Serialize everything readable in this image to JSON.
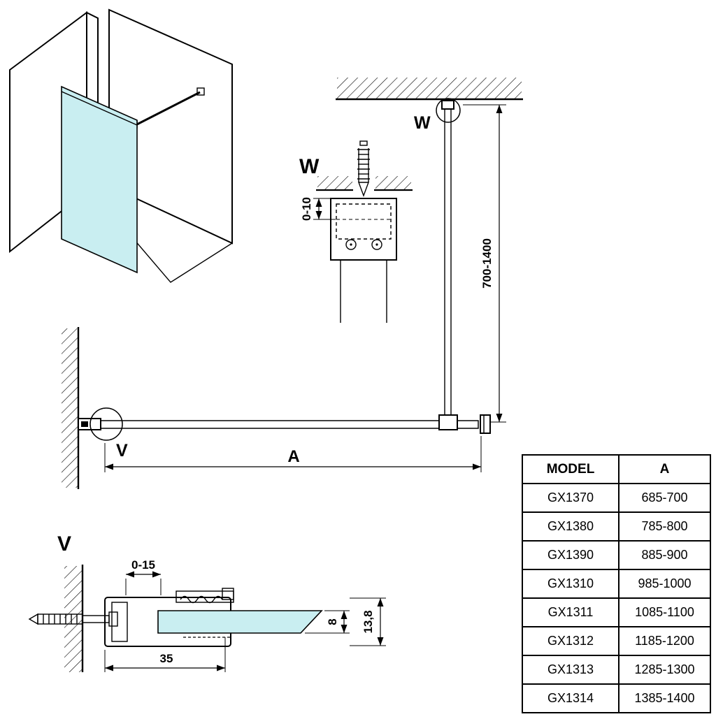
{
  "labels": {
    "detail_w_title": "W",
    "marker_w": "W",
    "detail_v_title": "V",
    "marker_v": "V",
    "dim_bar_height": "700-1400",
    "dim_width": "A",
    "dim_screw_offset": "0-10",
    "dim_clamp_range": "0-15",
    "dim_profile_depth": "35",
    "dim_glass_thickness": "8",
    "dim_profile_height": "13,8"
  },
  "table": {
    "headers": [
      "MODEL",
      "A"
    ],
    "rows": [
      [
        "GX1370",
        "685-700"
      ],
      [
        "GX1380",
        "785-800"
      ],
      [
        "GX1390",
        "885-900"
      ],
      [
        "GX1310",
        "985-1000"
      ],
      [
        "GX1311",
        "1085-1100"
      ],
      [
        "GX1312",
        "1185-1200"
      ],
      [
        "GX1313",
        "1285-1300"
      ],
      [
        "GX1314",
        "1385-1400"
      ]
    ]
  },
  "colors": {
    "glass": "#c9eef1",
    "line": "#000000"
  }
}
